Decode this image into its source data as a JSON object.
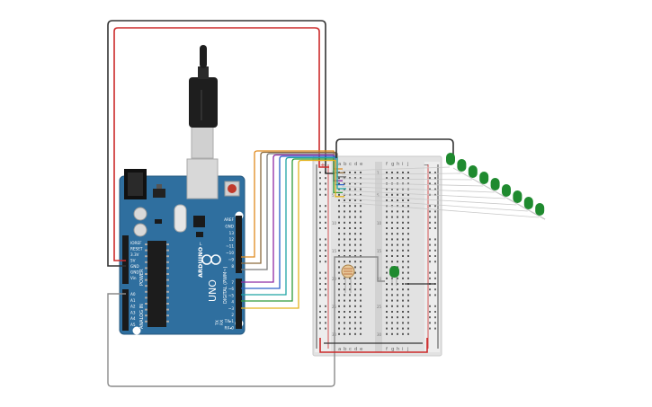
{
  "board": {
    "logo": "ARDUINO",
    "model": "UNO",
    "power_label": "POWER",
    "analog_label": "ANALOG IN",
    "digital_label": "DIGITAL (PWM~)",
    "tx_label": "TX",
    "rx_label": "RX",
    "l_label": "L",
    "power_pins": [
      "IOREF",
      "RESET",
      "3.3V",
      "5V",
      "GND",
      "GND",
      "Vin"
    ],
    "analog_pins": [
      "A0",
      "A1",
      "A2",
      "A3",
      "A4",
      "A5"
    ],
    "digital_top": [
      "AREF",
      "GND",
      "13",
      "12",
      "~11",
      "~10",
      "~9",
      "8"
    ],
    "digital_bottom": [
      "7",
      "~6",
      "~5",
      "4",
      "~3",
      "2",
      "TX▸1",
      "RX◂0"
    ]
  },
  "breadboard": {
    "col_labels_left": [
      "a",
      "b",
      "c",
      "d",
      "e"
    ],
    "col_labels_right": [
      "f",
      "g",
      "h",
      "i",
      "j"
    ],
    "row_numbers": [
      "1",
      "5",
      "10",
      "15",
      "20",
      "25",
      "30"
    ],
    "rail_plus": "+",
    "rail_minus": "−"
  },
  "colors": {
    "board": "#2f6f9f",
    "wire_black": "#333333",
    "wire_red": "#cc2a2a",
    "wire_gray": "#8a8a8a",
    "led_green": "#1f8a2f",
    "signal_wires": [
      "#e08a1e",
      "#8c6a3c",
      "#7a7a7a",
      "#8e2aa3",
      "#2a62c9",
      "#1fa5a5",
      "#2e9b3a",
      "#e3b21e"
    ]
  },
  "components": {
    "led_count": 9,
    "photoresistor": "photoresistor-icon",
    "usb": "usb-cable-icon"
  }
}
